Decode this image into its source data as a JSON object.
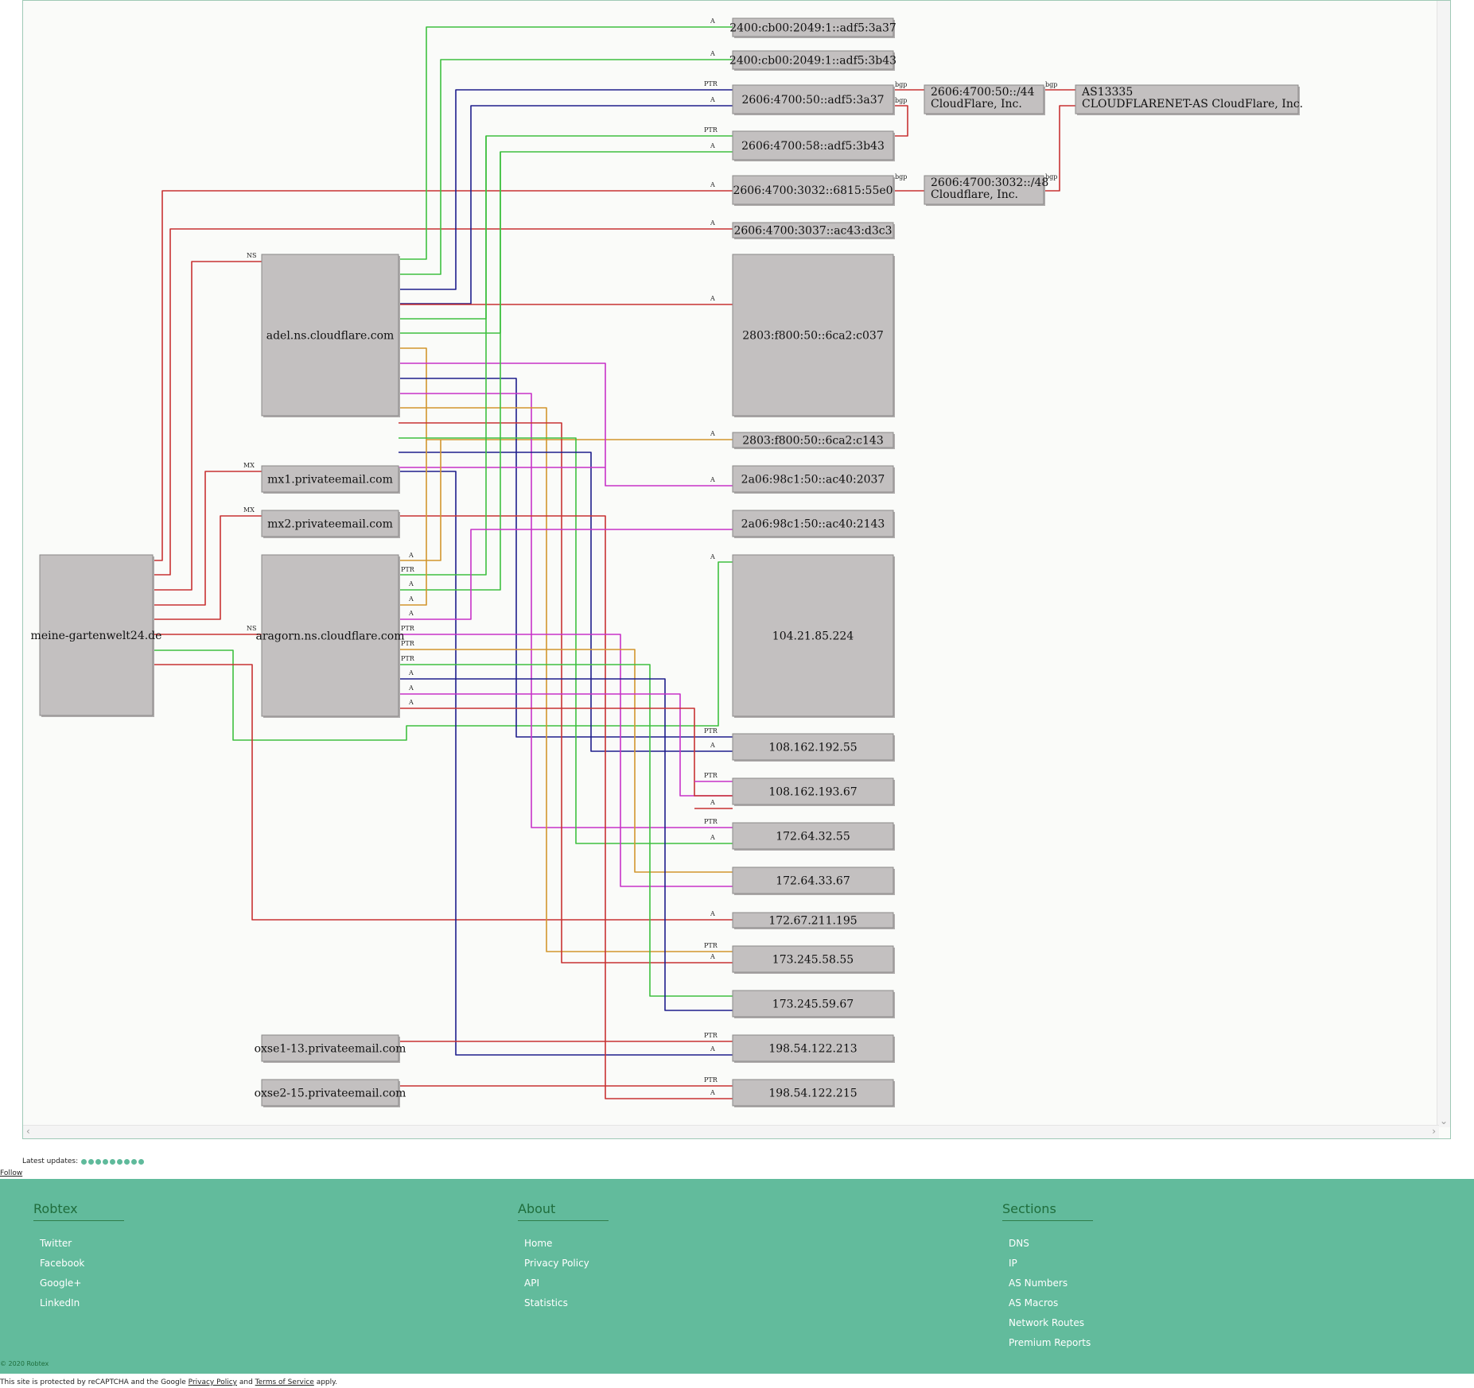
{
  "graph": {
    "nodes": {
      "domain": "meine-gartenwelt24.de",
      "ns1": "adel.ns.cloudflare.com",
      "ns2": "aragorn.ns.cloudflare.com",
      "mx1": "mx1.privateemail.com",
      "mx2": "mx2.privateemail.com",
      "oxse1": "oxse1-13.privateemail.com",
      "oxse2": "oxse2-15.privateemail.com",
      "ip6_1": "2400:cb00:2049:1::adf5:3a37",
      "ip6_2": "2400:cb00:2049:1::adf5:3b43",
      "ip6_3": "2606:4700:50::adf5:3a37",
      "ip6_4": "2606:4700:58::adf5:3b43",
      "ip6_5": "2606:4700:3032::6815:55e0",
      "ip6_6": "2606:4700:3037::ac43:d3c3",
      "ip6_7": "2803:f800:50::6ca2:c037",
      "ip6_8": "2803:f800:50::6ca2:c143",
      "ip6_9": "2a06:98c1:50::ac40:2037",
      "ip6_10": "2a06:98c1:50::ac40:2143",
      "ip4_1": "104.21.85.224",
      "ip4_2": "108.162.192.55",
      "ip4_3": "108.162.193.67",
      "ip4_4": "172.64.32.55",
      "ip4_5": "172.64.33.67",
      "ip4_6": "172.67.211.195",
      "ip4_7": "173.245.58.55",
      "ip4_8": "173.245.59.67",
      "ip4_9": "198.54.122.213",
      "ip4_10": "198.54.122.215",
      "route1_a": "2606:4700:50::/44",
      "route1_b": "CloudFlare, Inc.",
      "route2_a": "2606:4700:3032::/48",
      "route2_b": "Cloudflare, Inc.",
      "as_a": "AS13335",
      "as_b": "CLOUDFLARENET-AS CloudFlare, Inc."
    },
    "edge_types": {
      "a": "A",
      "ptr": "PTR",
      "ns": "NS",
      "mx": "MX",
      "bgp": "bgp"
    },
    "colors": {
      "green": "#3ec040",
      "red": "#c83232",
      "navy": "#1e1e8c",
      "magenta": "#c832c8",
      "orange": "#d2962d",
      "node_fill": "#c3c0c0",
      "node_stroke": "#8a8888"
    }
  },
  "updates": {
    "label": "Latest updates:",
    "dot_count": 9
  },
  "follow": "Follow",
  "footer": {
    "robtex": {
      "title": "Robtex",
      "items": [
        "Twitter",
        "Facebook",
        "Google+",
        "LinkedIn"
      ]
    },
    "about": {
      "title": "About",
      "items": [
        "Home",
        "Privacy Policy",
        "API",
        "Statistics"
      ]
    },
    "sections": {
      "title": "Sections",
      "items": [
        "DNS",
        "IP",
        "AS Numbers",
        "AS Macros",
        "Network Routes",
        "Premium Reports"
      ]
    },
    "copyright": "© 2020 Robtex"
  },
  "recaptcha": {
    "prefix": "This site is protected by reCAPTCHA and the Google ",
    "privacy": "Privacy Policy",
    "and": " and ",
    "terms": "Terms of Service",
    "suffix": " apply."
  }
}
